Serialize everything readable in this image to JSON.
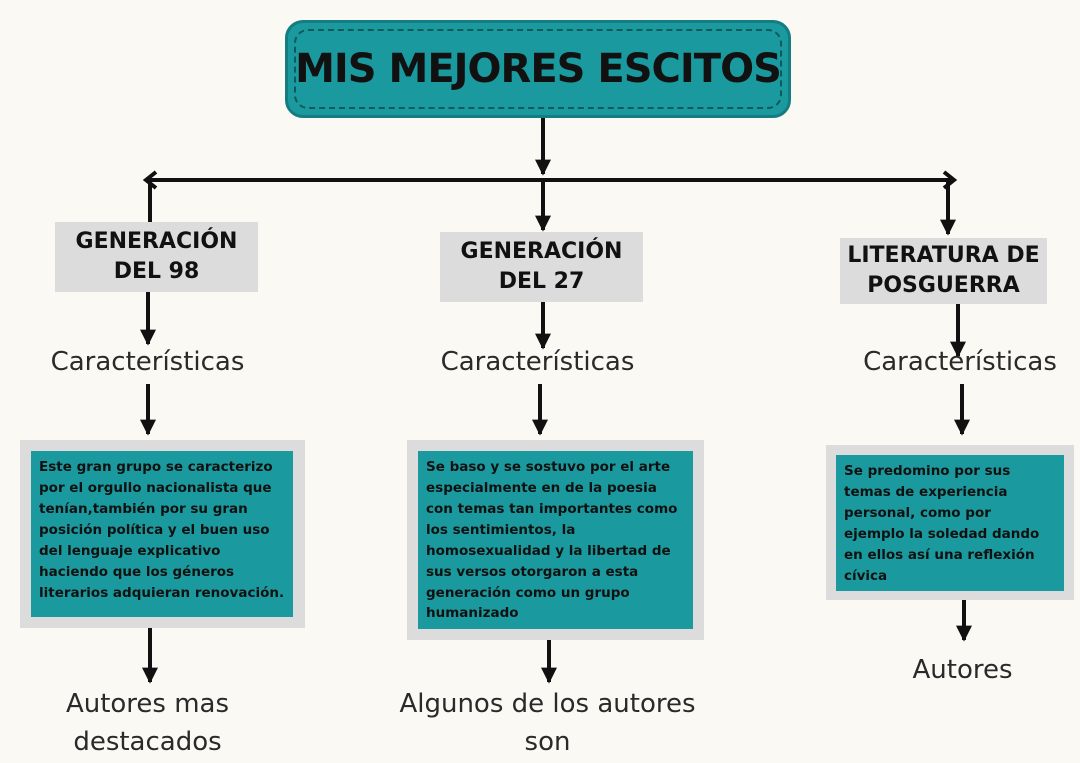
{
  "title": "MIS MEJORES ESCITOS",
  "branches": [
    {
      "heading_line1": "GENERACIÓN",
      "heading_line2": "DEL 98",
      "characteristics_label": "Características",
      "description": " Este gran grupo se caracterizo por el orgullo nacionalista que tenían,también por su gran posición política y el buen uso del lenguaje explicativo haciendo que los géneros literarios adquieran renovación.",
      "authors_line1": "Autores mas",
      "authors_line2": "destacados"
    },
    {
      "heading_line1": "GENERACIÓN",
      "heading_line2": "DEL 27",
      "characteristics_label": "Características",
      "description": "Se baso y se sostuvo por  el arte especialmente en de la poesia con temas tan importantes como los sentimientos, la homosexualidad y la libertad de sus versos otorgaron a esta generación como un grupo humanizado",
      "authors_line1": "Algunos de los autores",
      "authors_line2": "son"
    },
    {
      "heading_line1": "LITERATURA DE",
      "heading_line2": "POSGUERRA",
      "characteristics_label": "Características",
      "description": "Se predomino por sus temas de experiencia personal,  como por ejemplo la soledad dando en ellos así una reflexión cívica",
      "authors_line1": "Autores",
      "authors_line2": ""
    }
  ],
  "colors": {
    "teal": "#1a9a9e",
    "gray_box": "#dcdcdc",
    "background": "#fbf9f3",
    "line": "#111111"
  }
}
